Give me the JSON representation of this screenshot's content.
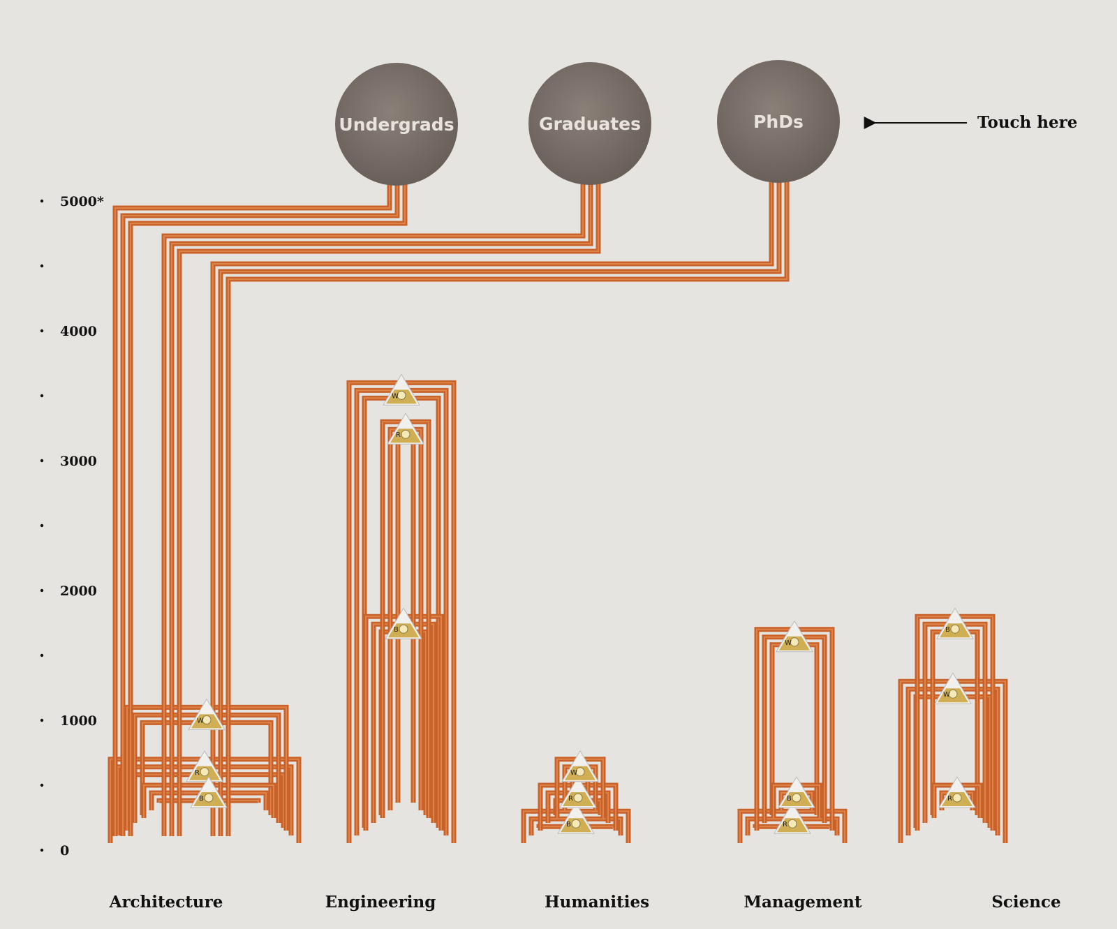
{
  "chart_data": {
    "type": "bar",
    "categories": [
      "Architecture",
      "Engineering",
      "Humanities",
      "Management",
      "Science"
    ],
    "series": [
      {
        "name": "Undergrads",
        "values": [
          700,
          3600,
          300,
          300,
          1300
        ]
      },
      {
        "name": "Graduates",
        "values": [
          1100,
          1800,
          500,
          1700,
          1800
        ]
      },
      {
        "name": "PhDs",
        "values": [
          500,
          3300,
          700,
          500,
          500
        ]
      }
    ],
    "yticks": [
      "0",
      "",
      "1000",
      "",
      "2000",
      "",
      "3000",
      "",
      "4000",
      "",
      "5000*"
    ],
    "ylim": [
      0,
      5000
    ],
    "legend_placement": "top",
    "led_letters": [
      "R",
      "W",
      "B"
    ],
    "colors": {
      "trace": "#c8622a",
      "trace_highlight": "#f0a060",
      "disk": "#786d66",
      "led_body": "#f2f0ec",
      "led_gold": "#c9a23a",
      "background": "#e6e4e0"
    }
  },
  "callout": {
    "text": "Touch here",
    "arrow_icon": "left-arrow-icon"
  }
}
